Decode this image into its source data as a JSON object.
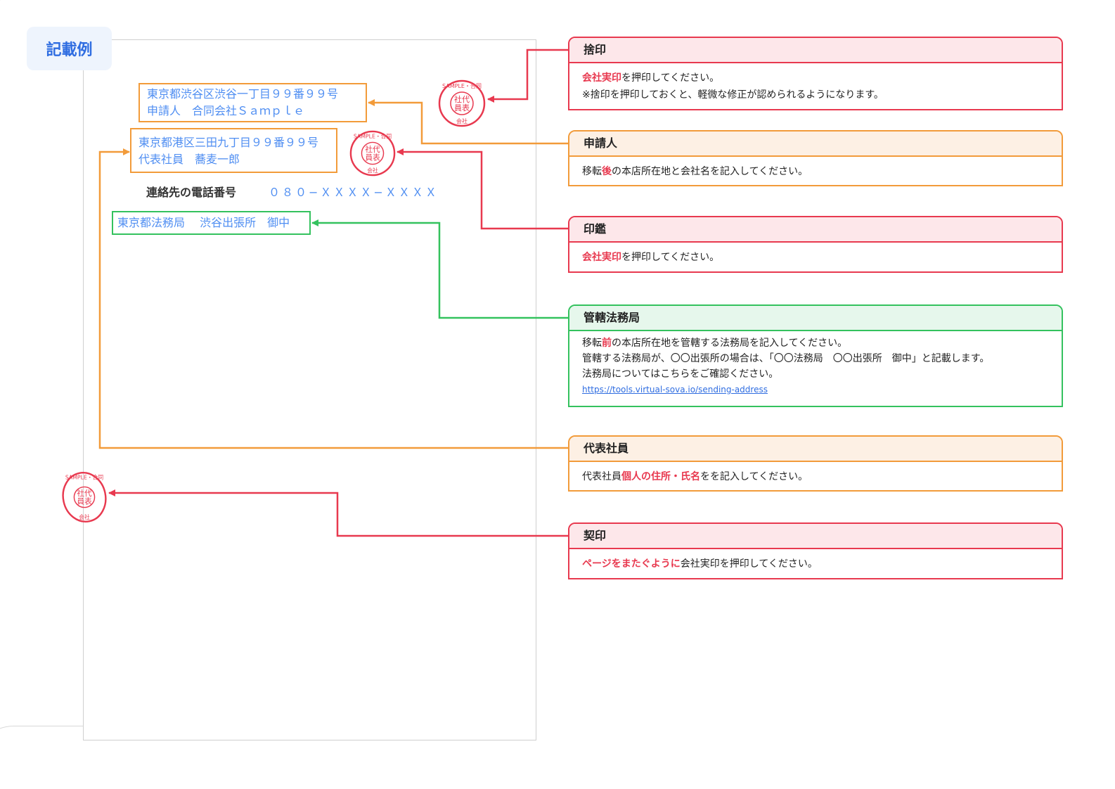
{
  "page": {
    "title": "記載例"
  },
  "form": {
    "applicant": {
      "address": "東京都渋谷区渋谷一丁目９９番９９号",
      "name": "申請人　合同会社Ｓａｍｐｌｅ"
    },
    "representative": {
      "address": "東京都港区三田九丁目９９番９９号",
      "name": "代表社員　蕎麦一郎"
    },
    "phone": {
      "label": "連絡先の電話番号",
      "value": "０８０−ＸＸＸＸ−ＸＸＸＸ"
    },
    "bureau": "東京都法務局　 渋谷出張所　御中"
  },
  "seal": {
    "top_text": "SAMPLE・合同",
    "center_line1": "社代",
    "center_line2": "員表",
    "bottom_text": "会社"
  },
  "callouts": {
    "suteinn": {
      "title": "捨印",
      "line1_highlight": "会社実印",
      "line1_rest": "を押印してください。",
      "line2": "※捨印を押印しておくと、軽微な修正が認められるようになります。"
    },
    "applicant": {
      "title": "申請人",
      "pre": "移転",
      "highlight": "後",
      "rest": "の本店所在地と会社名を記入してください。"
    },
    "inkan": {
      "title": "印鑑",
      "highlight": "会社実印",
      "rest": "を押印してください。"
    },
    "bureau": {
      "title": "管轄法務局",
      "line1_pre": "移転",
      "line1_highlight": "前",
      "line1_rest": "の本店所在地を管轄する法務局を記入してください。",
      "line2": "管轄する法務局が、〇〇出張所の場合は、「〇〇法務局　〇〇出張所　御中」と記載します。",
      "line3": "法務局についてはこちらをご確認ください。",
      "link": "https://tools.virtual-sova.io/sending-address"
    },
    "representative": {
      "title": "代表社員",
      "pre": "代表社員",
      "highlight": "個人の住所・氏名",
      "rest": "をを記入してください。"
    },
    "keiin": {
      "title": "契印",
      "highlight": "ページをまたぐように",
      "rest": "会社実印を押印してください。"
    }
  },
  "colors": {
    "red": "#e8394f",
    "orange": "#f29b3a",
    "green": "#34c25e",
    "blue_text": "#4f8ef2",
    "title_blue": "#2f6de1"
  }
}
